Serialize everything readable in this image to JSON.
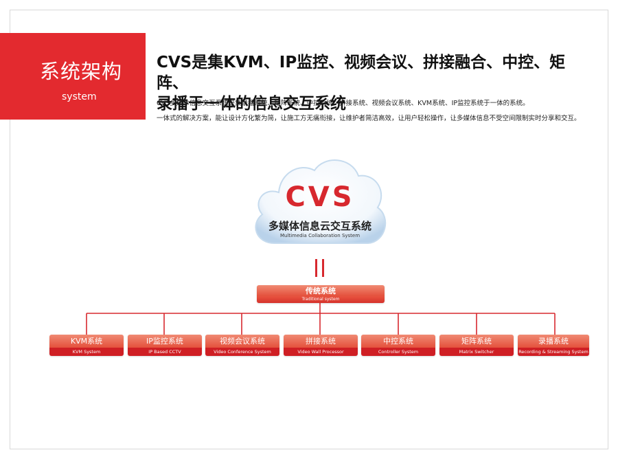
{
  "header": {
    "section_title": "系统架构",
    "section_subtitle": "system",
    "headline_line1": "CVS是集KVM、IP监控、视频会议、拼接融合、中控、矩阵、",
    "headline_line2": "录播于一体的信息交互系统",
    "desc_line1": "CVS多媒体信息交互系统是集录播系统、矩阵系统、中控系统、拼接系统、视频会议系统、KVM系统、IP监控系统于一体的系统。",
    "desc_line2": "一体式的解决方案，能让设计方化繁为简，让施工方无痛衔接，让维护者简洁高效，让用户轻松操作，让多媒体信息不受空间限制实时分享和交互。"
  },
  "cloud": {
    "logo": "CVS",
    "name_cn": "多媒体信息云交互系统",
    "name_en": "Multimedia Collaboration System"
  },
  "root": {
    "name_cn": "传统系统",
    "name_en": "Traditional system"
  },
  "systems": [
    {
      "name_cn": "KVM系统",
      "name_en": "KVM System"
    },
    {
      "name_cn": "IP监控系统",
      "name_en": "IP Based CCTV"
    },
    {
      "name_cn": "视频会议系统",
      "name_en": "Video Conference System"
    },
    {
      "name_cn": "拼接系统",
      "name_en": "Video Wall Processor"
    },
    {
      "name_cn": "中控系统",
      "name_en": "Controller System"
    },
    {
      "name_cn": "矩阵系统",
      "name_en": "Matrix Switcher"
    },
    {
      "name_cn": "录播系统",
      "name_en": "Recording & Streaming System"
    }
  ],
  "colors": {
    "brand_red": "#e32a2f",
    "node_top": "#e4503c",
    "node_bottom": "#cf1f24",
    "connector": "#d7282e"
  }
}
